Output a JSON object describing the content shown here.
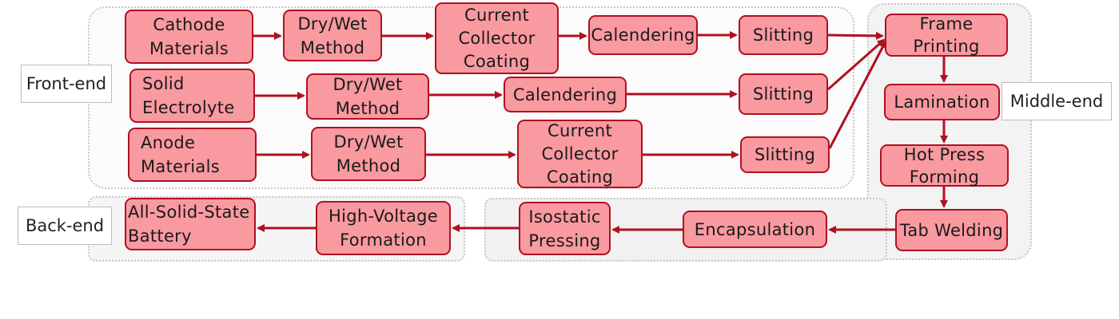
{
  "stages": {
    "front": "Front-end",
    "middle": "Middle-end",
    "back": "Back-end"
  },
  "nodes": {
    "cathode": "Cathode\nMaterials",
    "dry1": "Dry/Wet\nMethod",
    "cc1": "Current\nCollector\nCoating",
    "cal1": "Calendering",
    "slit1": "Slitting",
    "solid": "Solid\nElectrolyte",
    "dry2": "Dry/Wet\nMethod",
    "cal2": "Calendering",
    "slit2": "Slitting",
    "anode": "Anode\nMaterials",
    "dry3": "Dry/Wet\nMethod",
    "cc3": "Current\nCollector\nCoating",
    "slit3": "Slitting",
    "frame": "Frame\nPrinting",
    "lamination": "Lamination",
    "hotpress": "Hot Press\nForming",
    "tab": "Tab Welding",
    "encap": "Encapsulation",
    "iso": "Isostatic\nPressing",
    "hv": "High-Voltage\nFormation",
    "battery": "All-Solid-State\nBattery"
  },
  "colors": {
    "node_fill": "#f99aa0",
    "node_border": "#b01020",
    "arrow": "#b01020"
  }
}
